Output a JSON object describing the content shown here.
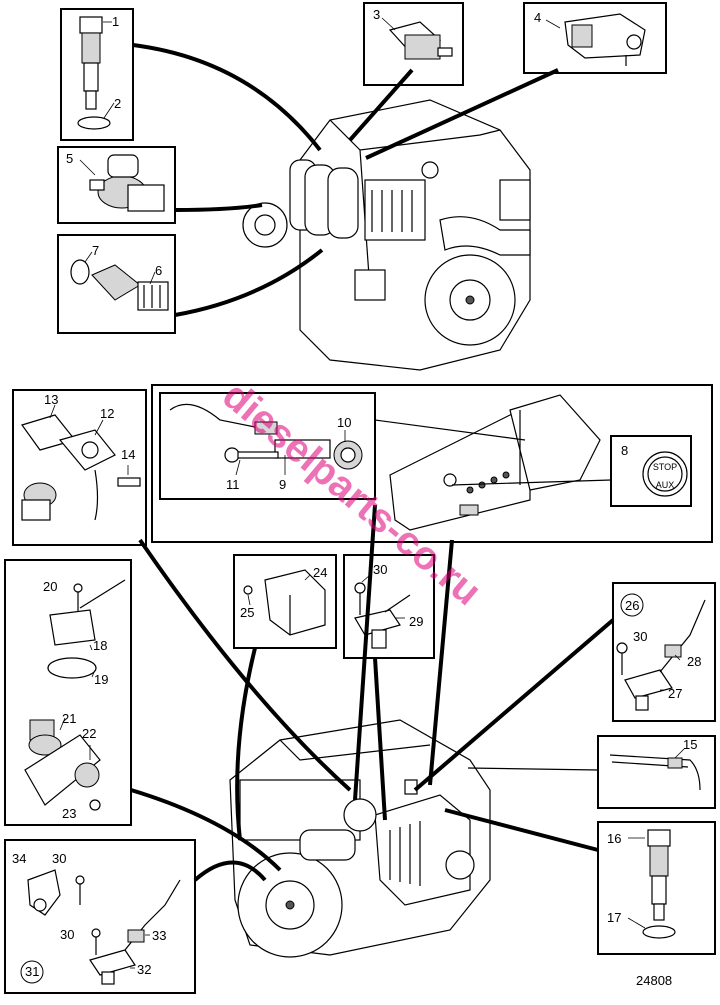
{
  "figure": {
    "reference": "24808",
    "watermark": "dieselparts-co.ru",
    "stop_button": {
      "top": "STOP",
      "bottom": "AUX"
    },
    "callouts": [
      "1",
      "2",
      "3",
      "4",
      "5",
      "6",
      "7",
      "8",
      "9",
      "10",
      "11",
      "12",
      "13",
      "14",
      "15",
      "16",
      "17",
      "18",
      "19",
      "20",
      "21",
      "22",
      "23",
      "24",
      "25",
      "26",
      "27",
      "28",
      "29",
      "30",
      "31",
      "32",
      "33",
      "34"
    ],
    "circled_callouts": [
      "26",
      "31"
    ]
  }
}
